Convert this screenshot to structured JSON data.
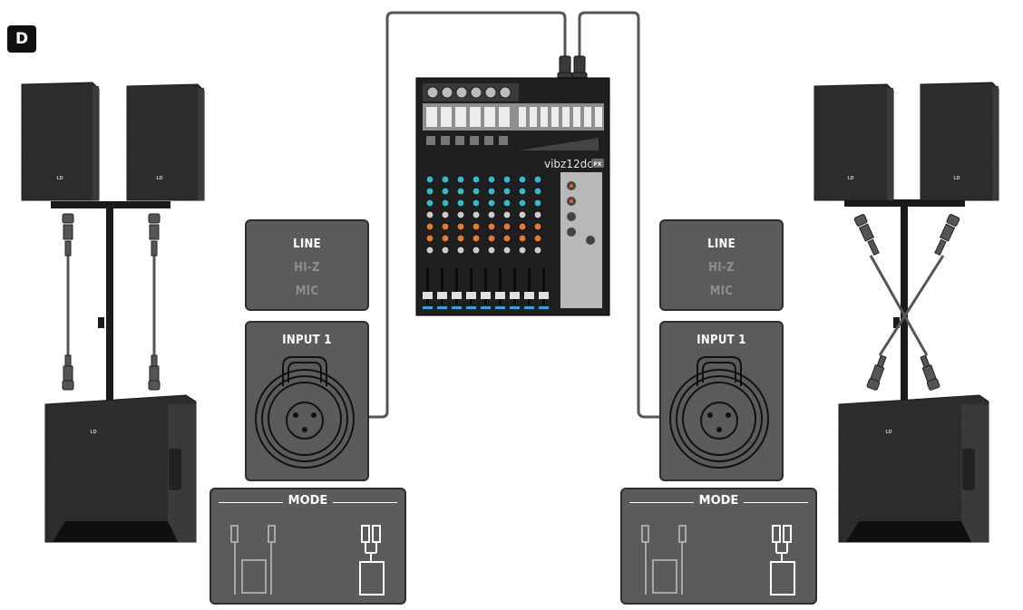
{
  "badge": "D",
  "left_panel": {
    "modes": [
      "LINE",
      "HI-Z",
      "MIC"
    ],
    "active_mode": "LINE",
    "input_label": "INPUT 1",
    "mode_label": "MODE"
  },
  "right_panel": {
    "modes": [
      "LINE",
      "HI-Z",
      "MIC"
    ],
    "active_mode": "LINE",
    "input_label": "INPUT 1",
    "mode_label": "MODE"
  },
  "mixer": {
    "model": "vibz12dc",
    "badge": "FX"
  },
  "speaker_logo": "LD",
  "colors": {
    "panel": "#5b5b5b",
    "speaker": "#2c2c2c",
    "cable": "#555555",
    "active_text": "#ffffff",
    "inactive_text": "#8e8e8e"
  }
}
